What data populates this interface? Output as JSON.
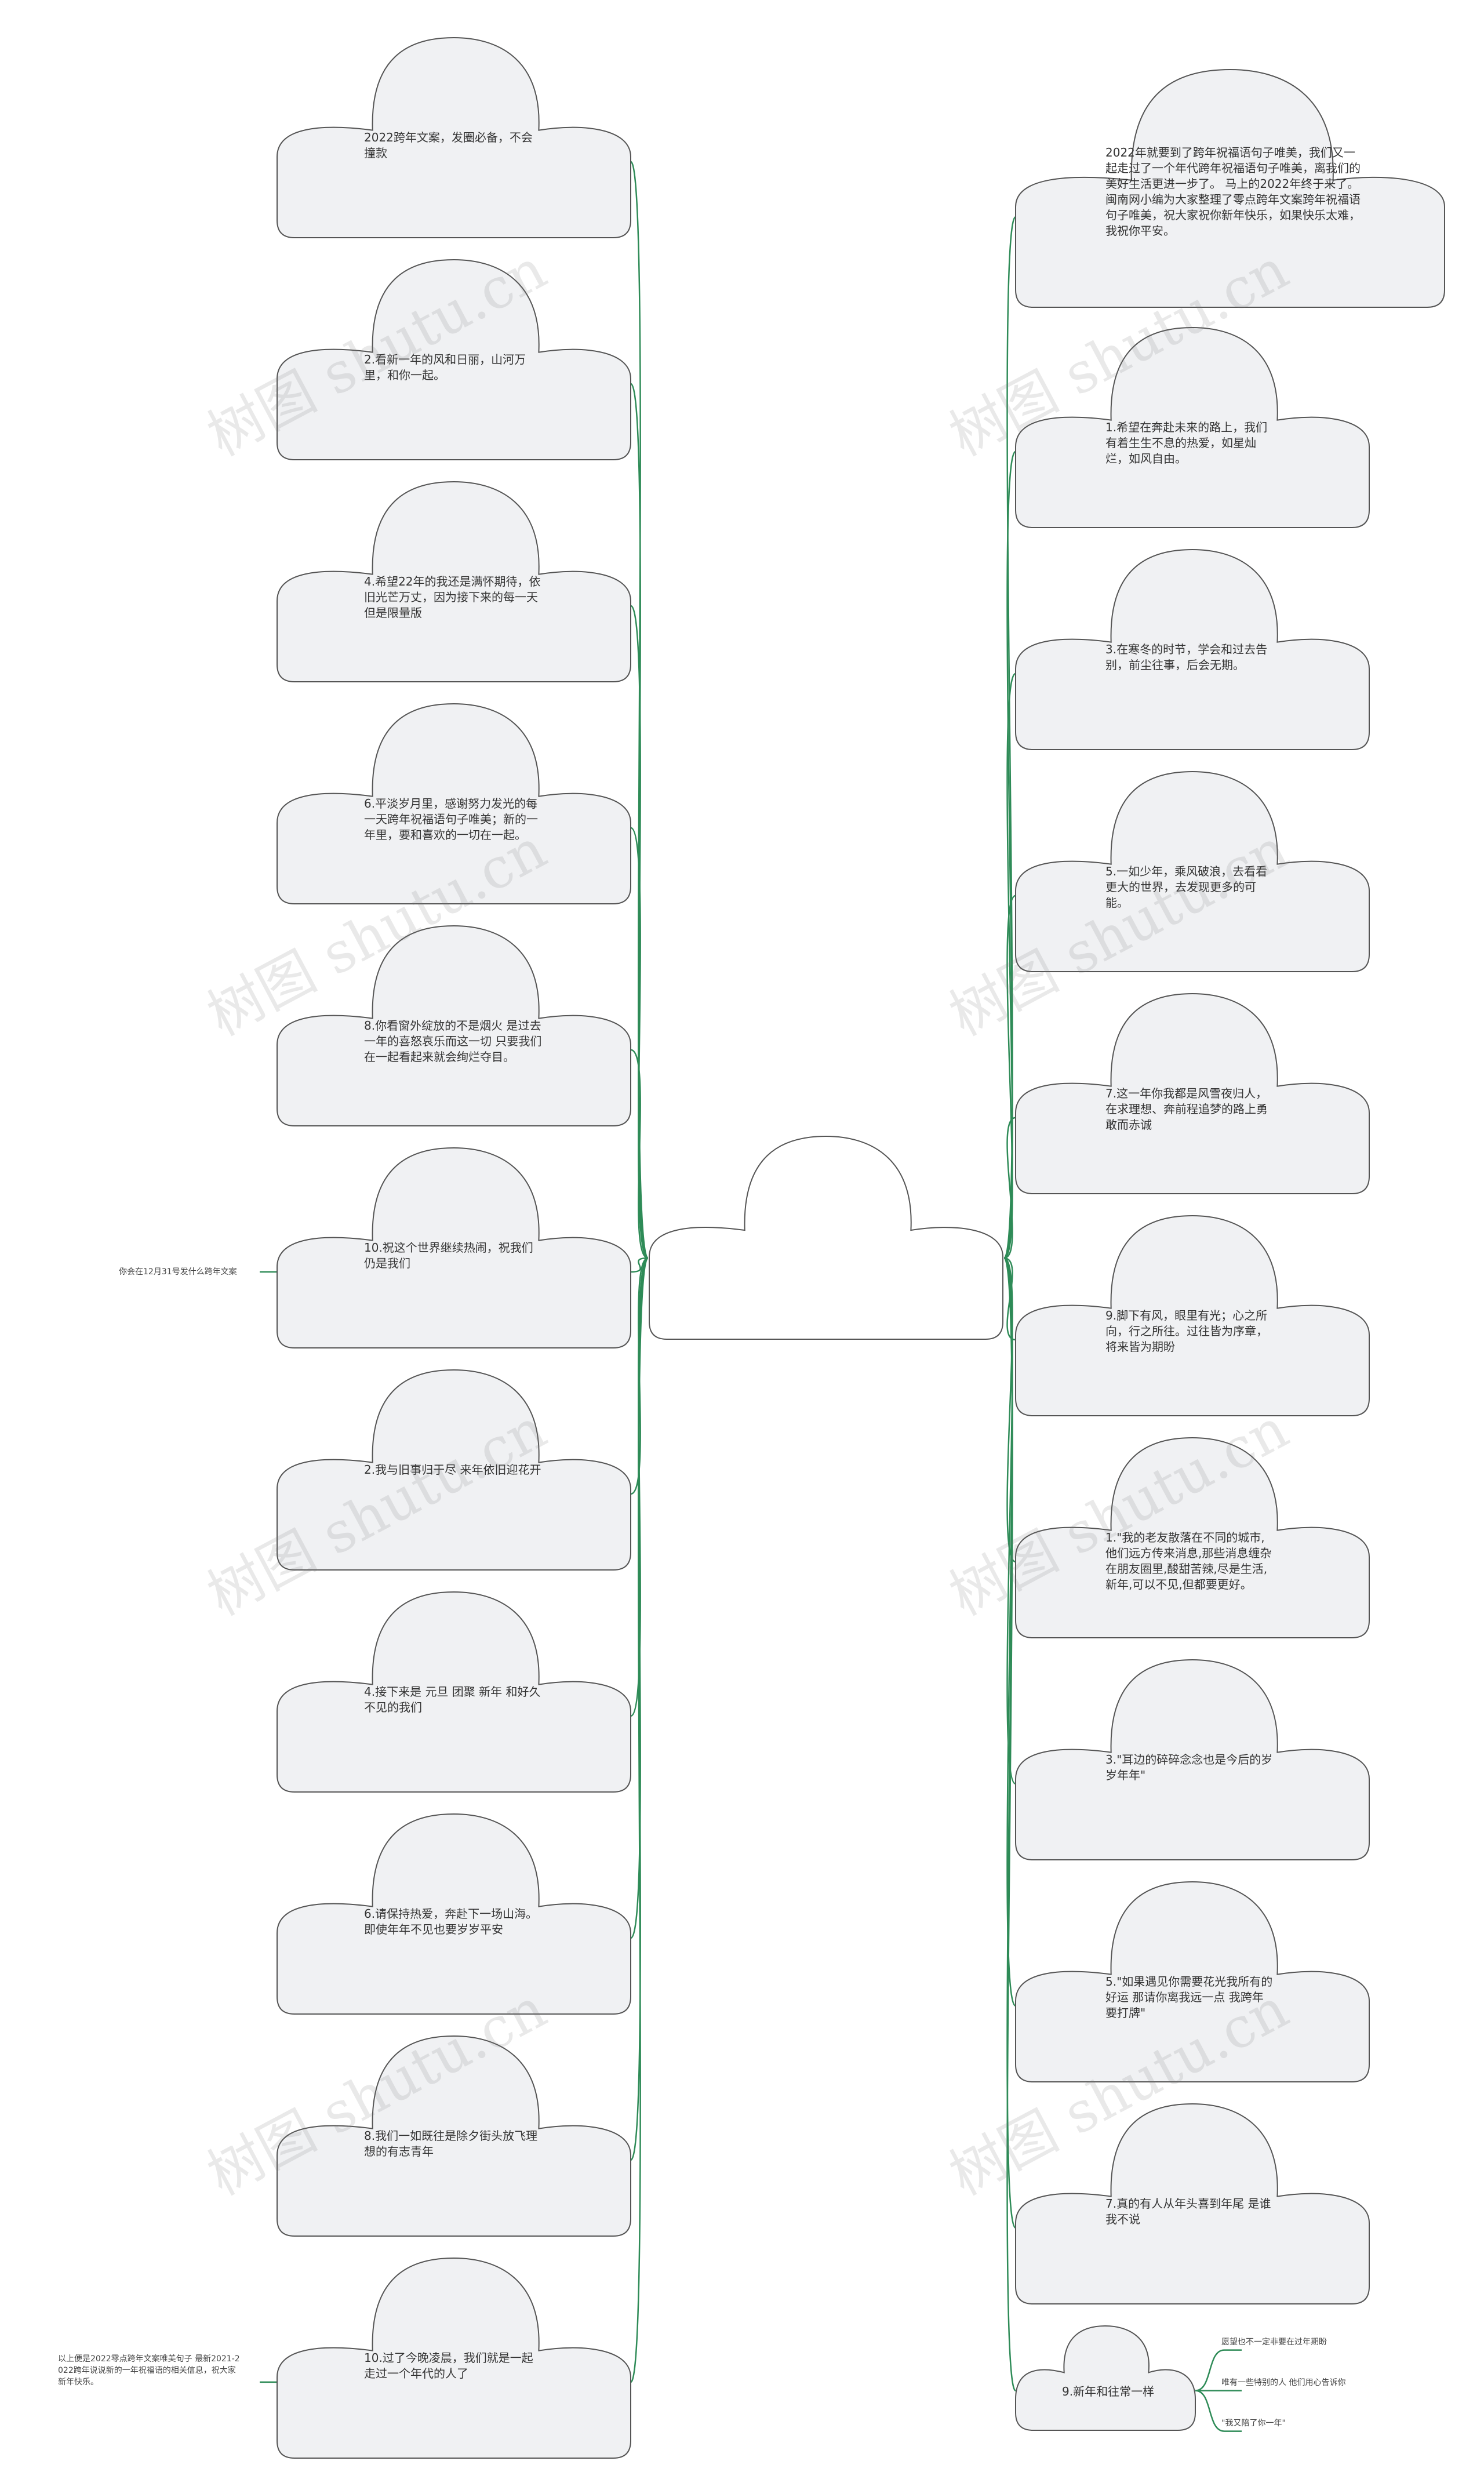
{
  "colors": {
    "connector": "#2e8b57",
    "cloud_fill": "#f0f1f3",
    "cloud_stroke": "#555555",
    "center_fill": "#ffffff"
  },
  "watermark": "树图 shutu.cn",
  "center": {
    "label": ""
  },
  "left_nodes": [
    "2022跨年文案，发圈必备，不会撞款",
    "2.看新一年的风和日丽，山河万里，和你一起。",
    "4.希望22年的我还是满怀期待，依旧光芒万丈，因为接下来的每一天但是限量版",
    "6.平淡岁月里，感谢努力发光的每一天跨年祝福语句子唯美；新的一年里，要和喜欢的一切在一起。",
    "8.你看窗外绽放的不是烟火 是过去一年的喜怒哀乐而这一切 只要我们在一起看起来就会绚烂夺目。",
    "10.祝这个世界继续热闹，祝我们仍是我们",
    "2.我与旧事归于尽 来年依旧迎花开",
    "4.接下来是 元旦 团聚 新年 和好久不见的我们",
    "6.请保持热爱，奔赴下一场山海。即使年年不见也要岁岁平安",
    "8.我们一如既往是除夕街头放飞理想的有志青年",
    "10.过了今晚凌晨，我们就是一起走过一个年代的人了"
  ],
  "left_leaves": [
    {
      "attach": 5,
      "text": "你会在12月31号发什么跨年文案"
    },
    {
      "attach": 10,
      "text": "以上便是2022零点跨年文案唯美句子 最新2021-2022跨年说说新的一年祝福语的相关信息，祝大家新年快乐。"
    }
  ],
  "right_nodes": [
    "2022年就要到了跨年祝福语句子唯美，我们又一起走过了一个年代跨年祝福语句子唯美，离我们的美好生活更进一步了。 马上的2022年终于来了。闽南网小编为大家整理了零点跨年文案跨年祝福语句子唯美，祝大家祝你新年快乐，如果快乐太难，我祝你平安。",
    "1.希望在奔赴未来的路上，我们有着生生不息的热爱，如星灿烂，如风自由。",
    "3.在寒冬的时节，学会和过去告别，前尘往事，后会无期。",
    "5.一如少年，乘风破浪，去看看更大的世界，去发现更多的可能。",
    "7.这一年你我都是风雪夜归人，在求理想、奔前程追梦的路上勇敢而赤诚",
    "9.脚下有风，眼里有光；心之所向，行之所往。过往皆为序章，将来皆为期盼",
    "1.\"我的老友散落在不同的城市,他们远方传来消息,那些消息缠杂在朋友圈里,酸甜苦辣,尽是生活,新年,可以不见,但都要更好。",
    "3.\"耳边的碎碎念念也是今后的岁岁年年\"",
    "5.\"如果遇见你需要花光我所有的好运 那请你离我远一点 我跨年要打牌\"",
    "7.真的有人从年头喜到年尾 是谁我不说",
    "9.新年和往常一样"
  ],
  "right_leaves": [
    "愿望也不一定非要在过年期盼",
    "唯有一些特别的人 他们用心告诉你",
    "\"我又陪了你一年\""
  ]
}
